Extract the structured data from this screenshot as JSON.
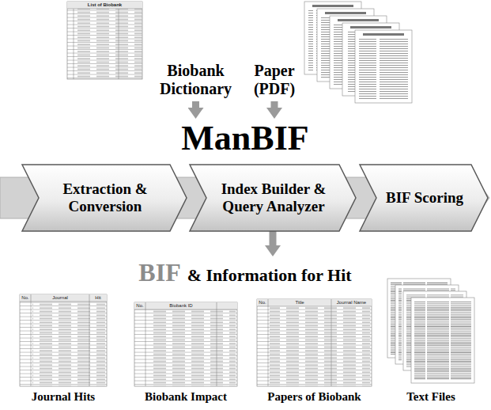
{
  "diagram": {
    "nodes": [
      {
        "text": [
          "Biobank Dictionary"
        ]
      },
      {
        "text": [
          "Paper (PDF)"
        ]
      },
      {
        "text": [
          "ManBIF"
        ]
      },
      {
        "text": [
          "Extraction & Conversion"
        ]
      },
      {
        "text": [
          "Index Builder & Query Analyzer"
        ]
      },
      {
        "text": [
          "BIF Scoring"
        ]
      },
      {
        "text": [
          "BIF",
          "& Information for Hit"
        ]
      },
      {
        "text": [
          "Journal Hits"
        ]
      },
      {
        "text": [
          "Biobank Impact"
        ]
      },
      {
        "text": [
          "Papers of Biobank"
        ]
      },
      {
        "text": [
          "Text Files"
        ]
      }
    ],
    "edges": [
      {
        "from": 0,
        "to": 2,
        "arrow": "to"
      },
      {
        "from": 1,
        "to": 2,
        "arrow": "to"
      },
      {
        "from": 4,
        "to": 6,
        "arrow": "to"
      }
    ],
    "labels": [
      "List of Biobank",
      "No.",
      "Journal",
      "Hit",
      "No.",
      "Biobank ID",
      "No.",
      "Title",
      "Journal Name"
    ]
  }
}
